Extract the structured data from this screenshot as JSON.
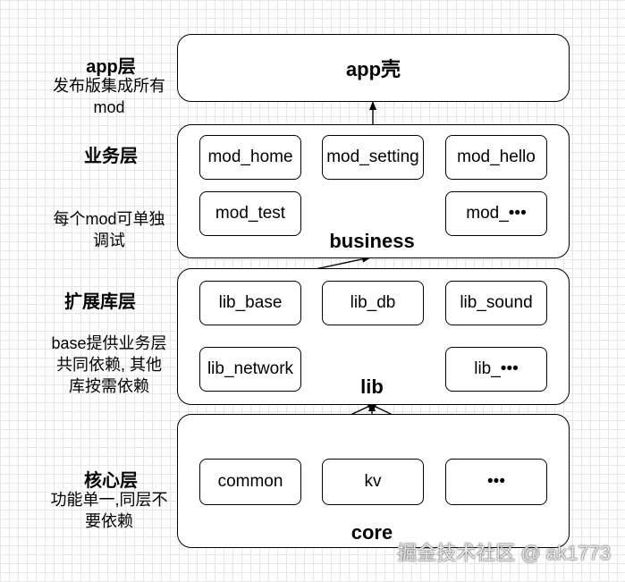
{
  "side_labels": {
    "app": {
      "title": "app层",
      "desc_lines": [
        "发布版集成所有",
        "mod"
      ]
    },
    "business": {
      "title": "业务层",
      "desc_lines": [
        "每个mod可单独",
        "调试"
      ]
    },
    "lib": {
      "title": "扩展库层",
      "desc_lines": [
        "base提供业务层",
        "共同依赖, 其他",
        "库按需依赖"
      ]
    },
    "core": {
      "title": "核心层",
      "desc_lines": [
        "功能单一,同层不",
        "要依赖"
      ]
    }
  },
  "layers": {
    "app": {
      "label": "app壳"
    },
    "business": {
      "label": "business",
      "modules": [
        "mod_home",
        "mod_setting",
        "mod_hello",
        "mod_test",
        "mod_•••"
      ]
    },
    "lib": {
      "label": "lib",
      "modules": [
        "lib_base",
        "lib_db",
        "lib_sound",
        "lib_network",
        "lib_•••"
      ]
    },
    "core": {
      "label": "core",
      "modules": [
        "common",
        "kv",
        "•••"
      ]
    }
  },
  "watermark": "掘金技术社区 @ ak1773"
}
